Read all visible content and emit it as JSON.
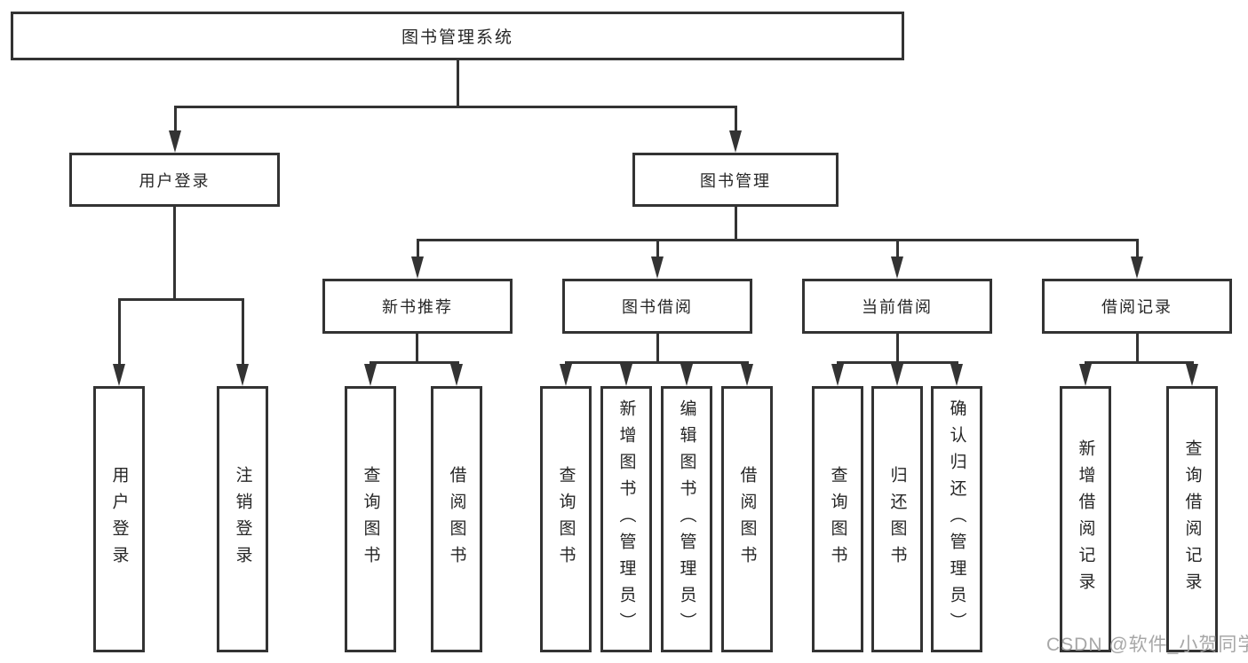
{
  "diagram": {
    "root_label": "图书管理系统",
    "branches": {
      "user_login": {
        "label": "用户登录",
        "children": [
          "用户登录",
          "注销登录"
        ]
      },
      "book_management": {
        "label": "图书管理",
        "sections": [
          {
            "label": "新书推荐",
            "children": [
              "查询图书",
              "借阅图书"
            ]
          },
          {
            "label": "图书借阅",
            "children": [
              "查询图书",
              "新增图书（管理员）",
              "编辑图书（管理员）",
              "借阅图书"
            ]
          },
          {
            "label": "当前借阅",
            "children": [
              "查询图书",
              "归还图书",
              "确认归还（管理员）"
            ]
          },
          {
            "label": "借阅记录",
            "children": [
              "新增借阅记录",
              "查询借阅记录"
            ]
          }
        ]
      }
    }
  },
  "watermark": {
    "text": "CSDN @软件_小贺同学"
  },
  "colors": {
    "line": "#333333",
    "node_border": "#333333",
    "text": "#262626",
    "watermark": "#a0a0a0",
    "background": "#ffffff"
  }
}
